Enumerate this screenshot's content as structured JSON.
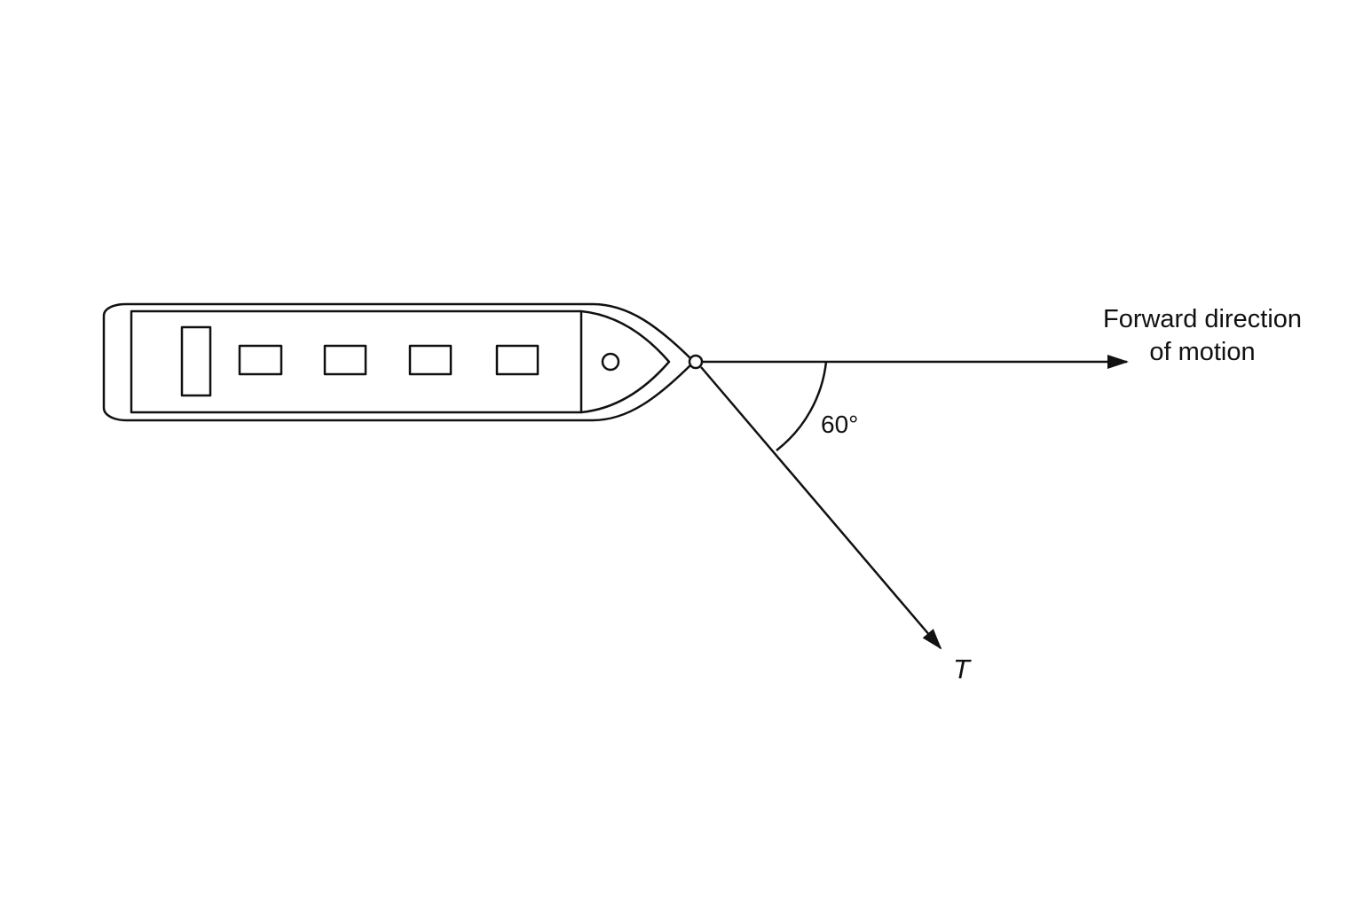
{
  "diagram": {
    "motion_label_line1": "Forward direction",
    "motion_label_line2": "of motion",
    "angle_label": "60°",
    "tension_label": "T",
    "angle_degrees": 60
  },
  "colors": {
    "stroke": "#111111",
    "background": "#ffffff"
  },
  "icons": {
    "motion_arrow": "arrowhead",
    "tension_arrow": "arrowhead"
  }
}
